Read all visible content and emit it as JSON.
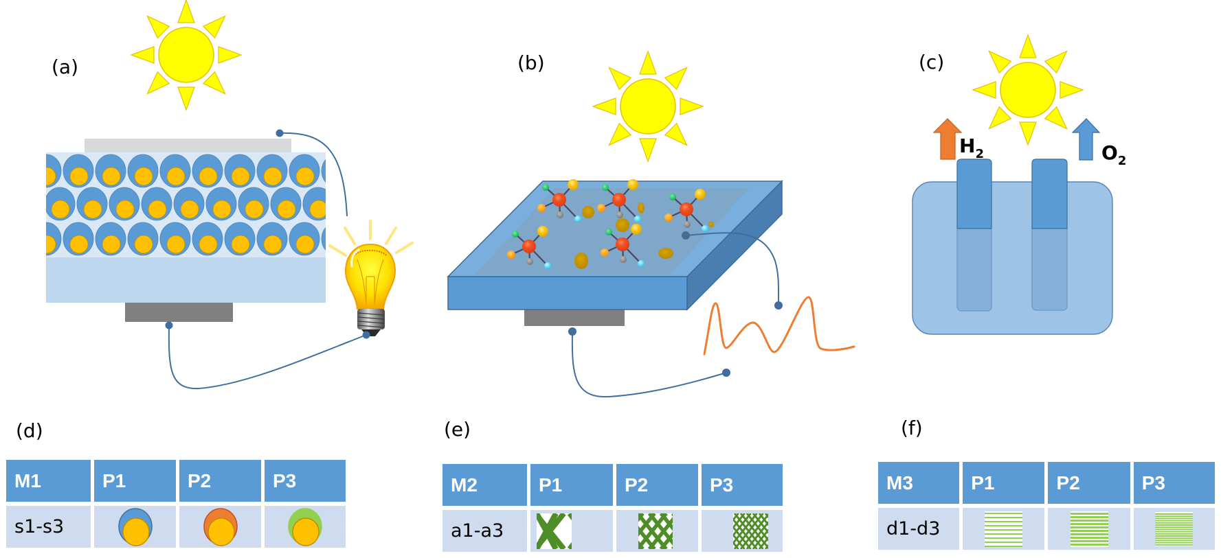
{
  "figure": {
    "panels": {
      "a": {
        "label": "(a)",
        "description": "Quantum-dot/core-shell photovoltaic cell powering a light bulb"
      },
      "b": {
        "label": "(b)",
        "description": "Photocatalytic/sensing film with molecules producing a signal"
      },
      "c": {
        "label": "(c)",
        "description": "Photoelectrochemical water splitting cell"
      },
      "d": {
        "label": "(d)"
      },
      "e": {
        "label": "(e)"
      },
      "f": {
        "label": "(f)"
      }
    },
    "gases": {
      "h2": {
        "symbol": "H",
        "subscript": "2"
      },
      "o2": {
        "symbol": "O",
        "subscript": "2"
      }
    },
    "tables": [
      {
        "id": "d",
        "header": [
          "M1",
          "P1",
          "P2",
          "P3"
        ],
        "row_label": "s1-s3",
        "cells": [
          {
            "icon": "blue-shell-particle-icon",
            "shell_color": "#5b9bd5",
            "core_color": "#ffc000"
          },
          {
            "icon": "orange-shell-particle-icon",
            "shell_color": "#ed7d31",
            "core_color": "#ffc000"
          },
          {
            "icon": "green-shell-particle-icon",
            "shell_color": "#92d050",
            "core_color": "#ffc000"
          }
        ]
      },
      {
        "id": "e",
        "header": [
          "M2",
          "P1",
          "P2",
          "P3"
        ],
        "row_label": "a1-a3",
        "cells": [
          {
            "icon": "coarse-lattice-icon",
            "color": "#4e8d27",
            "density": 1
          },
          {
            "icon": "medium-lattice-icon",
            "color": "#4e8d27",
            "density": 2
          },
          {
            "icon": "fine-lattice-icon",
            "color": "#4e8d27",
            "density": 3
          }
        ]
      },
      {
        "id": "f",
        "header": [
          "M3",
          "P1",
          "P2",
          "P3"
        ],
        "row_label": "d1-d3",
        "cells": [
          {
            "icon": "sparse-stripes-icon",
            "color": "#92d050",
            "density": 1
          },
          {
            "icon": "medium-stripes-icon",
            "color": "#92d050",
            "density": 2
          },
          {
            "icon": "dense-stripes-icon",
            "color": "#92d050",
            "density": 3
          }
        ]
      }
    ],
    "colors": {
      "sun": "#ffff00",
      "sun_outline": "#e6c200",
      "accent_blue": "#5b9bd5",
      "wire": "#3e6fa0",
      "signal": "#ed7d31",
      "h2_arrow": "#ed7d31",
      "o2_arrow": "#5b9bd5",
      "table_header": "#5b9bd5",
      "table_row": "#cfdcef"
    }
  }
}
